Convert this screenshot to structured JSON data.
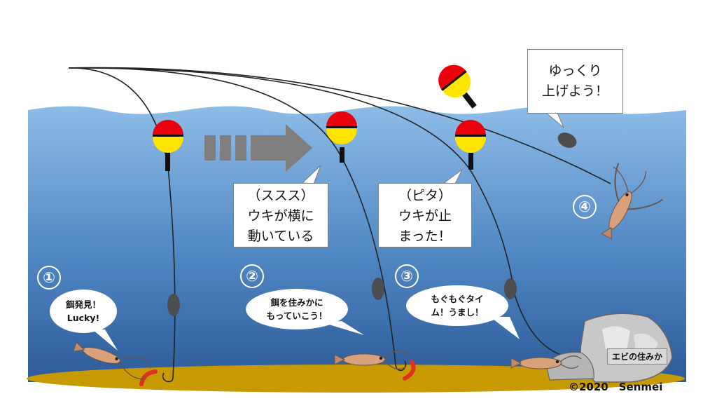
{
  "colors": {
    "water_top": "#7fb2e0",
    "water_bottom": "#2f5f9e",
    "seabed": "#c69a00",
    "float_red": "#e8000b",
    "float_yellow": "#ffe400",
    "arrow_gray": "#7f7f7f",
    "sinker": "#4d4d4d",
    "bait": "#e03020"
  },
  "icons": [
    "fishing-float-icon",
    "sinker-icon",
    "shrimp-icon",
    "rock-icon",
    "bait-hook-icon"
  ],
  "steps": {
    "s1": {
      "number": "①",
      "bubble": [
        "餌発見！",
        "Lucky!"
      ]
    },
    "s2": {
      "number": "②",
      "bubble": [
        "餌を住みかに",
        "もっていこう！"
      ],
      "callout": [
        "（ススス）",
        "ウキが横に",
        "動いている"
      ]
    },
    "s3": {
      "number": "③",
      "bubble": [
        "もぐもぐタイ",
        "ム！うまし！"
      ],
      "callout": [
        "（ピタ）",
        "ウキが止",
        "まった！"
      ]
    },
    "s4": {
      "number": "④",
      "callout": [
        "ゆっくり",
        "上げよう！"
      ]
    }
  },
  "house_label": "エビの住みか",
  "copyright": "©2020　Senmei"
}
